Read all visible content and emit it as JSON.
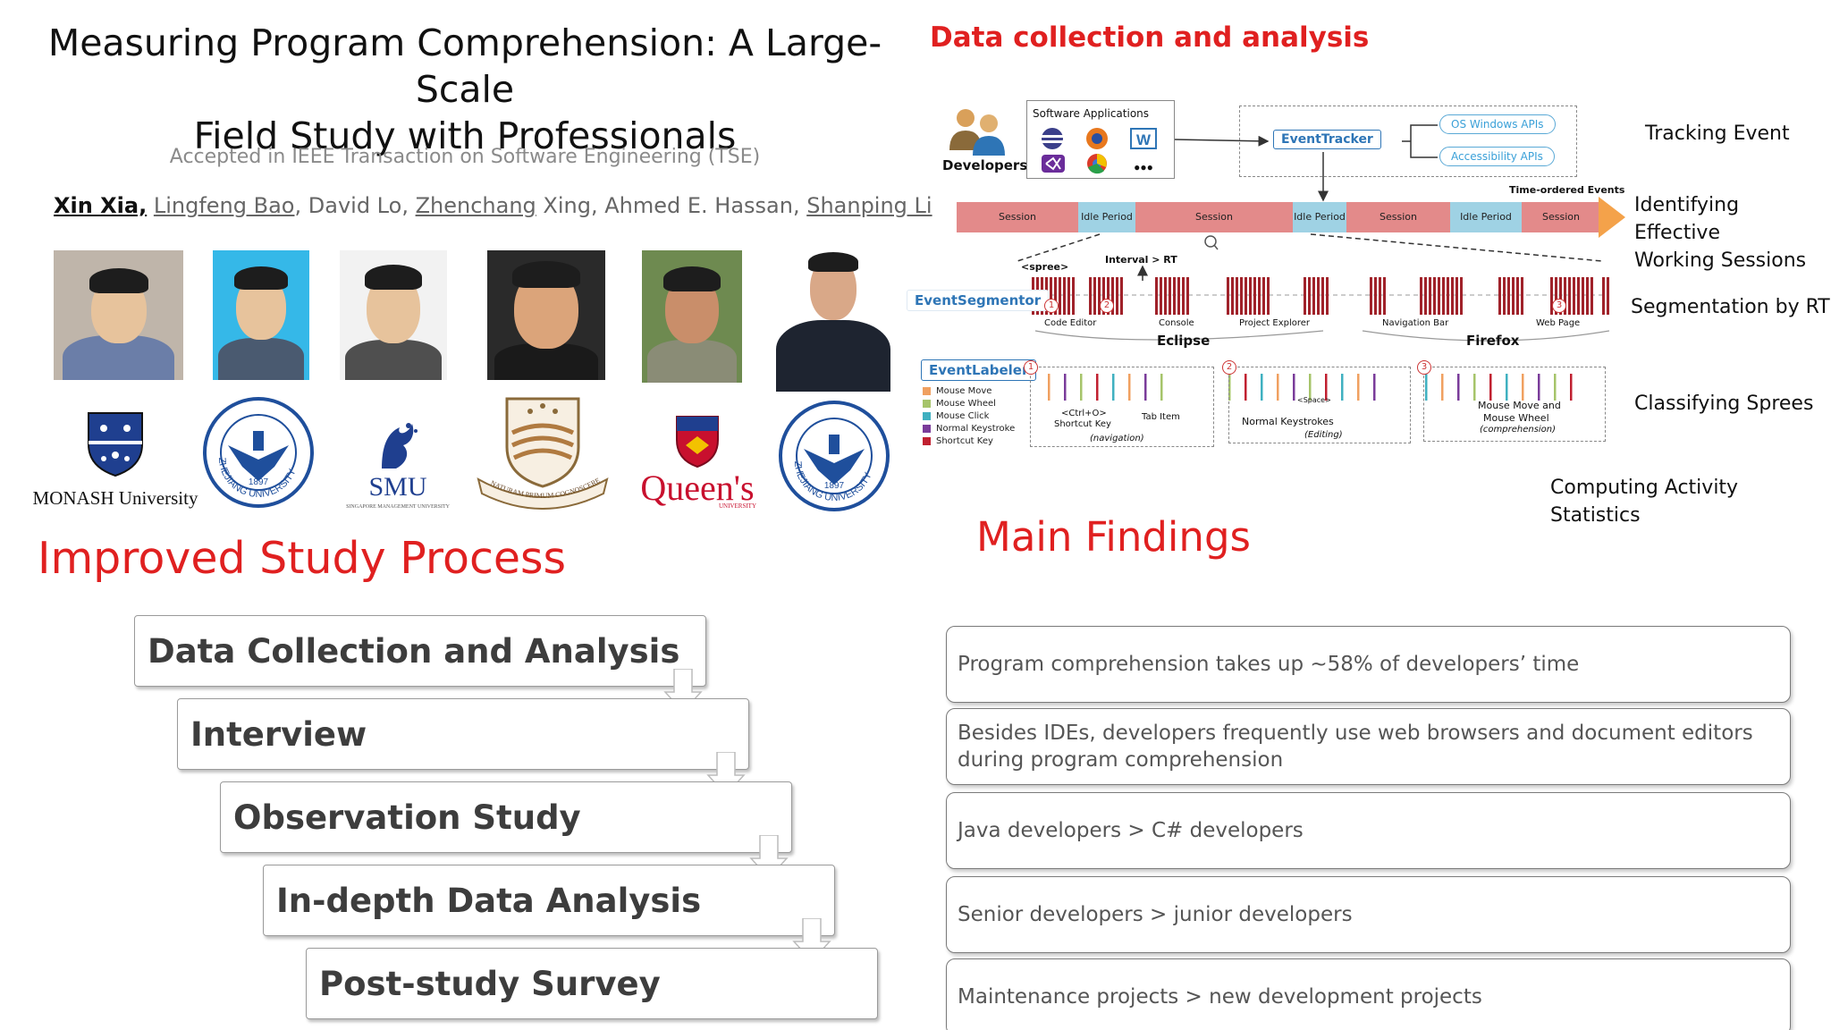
{
  "header": {
    "title_line1": "Measuring Program Comprehension: A Large-Scale",
    "title_line2": "Field Study with Professionals",
    "accepted": "Accepted in IEEE Transaction on Software Engineering (TSE)",
    "authors": {
      "lead": "Xin Xia,",
      "a2": "Lingfeng Bao",
      "sep1": ", David Lo, ",
      "a4_first": "Zhenchang",
      "a4_rest": " Xing, Ahmed E. Hassan, ",
      "a6": "Shanping Li"
    }
  },
  "logos": {
    "monash_caps": "MONASH",
    "monash_rest": " University",
    "zju_ring": "ZHEJIANG UNIVERSITY",
    "zju_year": "1897",
    "smu": "SMU",
    "smu_sub": "SINGAPORE MANAGEMENT UNIVERSITY",
    "anu_ring": "NATURAM PRIMUM COGNOSCERE RERUM",
    "queens": "Queen's",
    "queens_sub": "UNIVERSITY"
  },
  "data_collection": {
    "title": "Data collection and analysis",
    "developers": "Developers",
    "software_apps": "Software Applications",
    "more": "●●●",
    "word_icon": "W",
    "event_tracker": "EventTracker",
    "os_apis": "OS Windows APIs",
    "acc_apis": "Accessibility APIs",
    "time_ordered": "Time-ordered Events",
    "timeline": [
      {
        "type": "session",
        "label": "Session"
      },
      {
        "type": "idle",
        "label": "Idle Period"
      },
      {
        "type": "session",
        "label": "Session"
      },
      {
        "type": "idle",
        "label": "Idle Period"
      },
      {
        "type": "session",
        "label": "Session"
      },
      {
        "type": "idle",
        "label": "Idle Period"
      },
      {
        "type": "session",
        "label": "Session"
      }
    ],
    "spree": "<spree>",
    "interval": "Interval > RT",
    "event_segmentor": "EventSegmentor",
    "seg_labels": [
      "Code Editor",
      "Console",
      "Project Explorer",
      "Navigation Bar",
      "Web Page"
    ],
    "eclipse": "Eclipse",
    "firefox": "Firefox",
    "event_labeler": "EventLabeler",
    "legend": [
      {
        "label": "Mouse Move",
        "color": "#f0a060"
      },
      {
        "label": "Mouse Wheel",
        "color": "#a6c46a"
      },
      {
        "label": "Mouse Click",
        "color": "#3fb0c0"
      },
      {
        "label": "Normal Keystroke",
        "color": "#7a3c9a"
      },
      {
        "label": "Shortcut Key",
        "color": "#c02030"
      }
    ],
    "spree_classes": [
      {
        "num": "1",
        "line1": "<Ctrl+O>",
        "line2": "Shortcut Key",
        "extra": "Tab Item",
        "cat": "(navigation)"
      },
      {
        "num": "2",
        "line1": "<Space>",
        "line2": "Normal Keystrokes",
        "extra": "",
        "cat": "(Editing)"
      },
      {
        "num": "3",
        "line1": "Mouse Move and",
        "line2": "Mouse Wheel",
        "extra": "",
        "cat": "(comprehension)"
      }
    ],
    "stages": {
      "tracking": "Tracking Event",
      "identifying_1": "Identifying Effective",
      "identifying_2": "Working Sessions",
      "segmentation": "Segmentation by RT",
      "classifying": "Classifying Sprees",
      "computing": "Computing Activity Statistics"
    }
  },
  "study_process": {
    "title": "Improved Study Process",
    "steps": [
      "Data Collection and Analysis",
      "Interview",
      "Observation Study",
      "In-depth Data Analysis",
      "Post-study Survey"
    ]
  },
  "findings": {
    "title": "Main Findings",
    "items": [
      "Program comprehension takes up ~58% of developers’ time",
      "Besides IDEs, developers frequently use web browsers and document editors during program comprehension",
      "Java developers > C# developers",
      "Senior developers > junior developers",
      "Maintenance projects > new development projects"
    ]
  },
  "colors": {
    "accent_red": "#e02020",
    "diagram_blue": "#2e75b6",
    "session": "#e38a8a",
    "idle": "#9fd2e4",
    "event_bar": "#a0222a"
  }
}
